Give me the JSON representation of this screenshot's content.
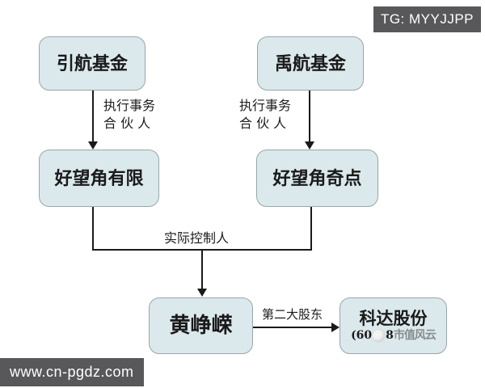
{
  "header": {
    "badge": "TG: MYYJJPP"
  },
  "footer": {
    "watermark": "www.cn-pgdz.com"
  },
  "diagram": {
    "nodes": {
      "yinhang_fund": "引航基金",
      "yuhang_fund": "禹航基金",
      "haowangjiao_youxian": "好望角有限",
      "haowangjiao_qidian": "好望角奇点",
      "huang_zhengrong": "黄峥嵘",
      "keda_name": "科达股份",
      "keda_code_prefix": "(60",
      "keda_code_suffix": "8",
      "keda_code_watermark": "市值风云"
    },
    "edges": {
      "executive_partner_line1": "执行事务",
      "executive_partner_line2": "合 伙 人",
      "actual_controller": "实际控制人",
      "second_largest_shareholder": "第二大股东"
    }
  },
  "colors": {
    "node_fill": "#dce9ec",
    "node_border": "#98a6ab",
    "bar_background": "#58585a",
    "line": "#1a1a1a"
  }
}
